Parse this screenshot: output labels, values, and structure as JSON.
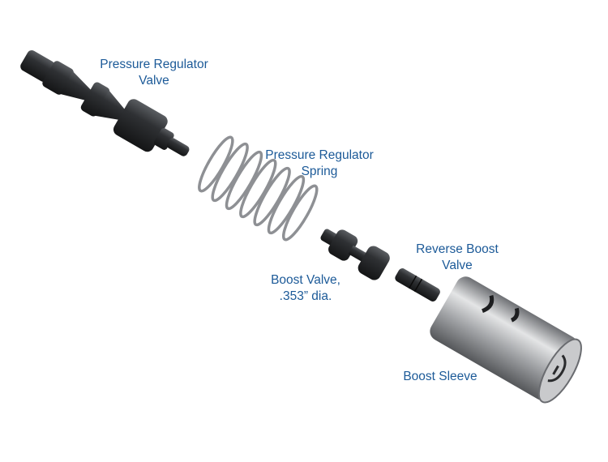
{
  "labels": {
    "pressure_regulator_valve": [
      "Pressure Regulator",
      "Valve"
    ],
    "pressure_regulator_spring": [
      "Pressure Regulator",
      "Spring"
    ],
    "boost_valve": [
      "Boost Valve,",
      ".353” dia."
    ],
    "reverse_boost_valve": [
      "Reverse Boost",
      "Valve"
    ],
    "boost_sleeve": [
      "Boost Sleeve"
    ]
  },
  "colors": {
    "label": "#1c5a98",
    "dark_part": "#2a2c2f",
    "sleeve": "#a9abae"
  }
}
